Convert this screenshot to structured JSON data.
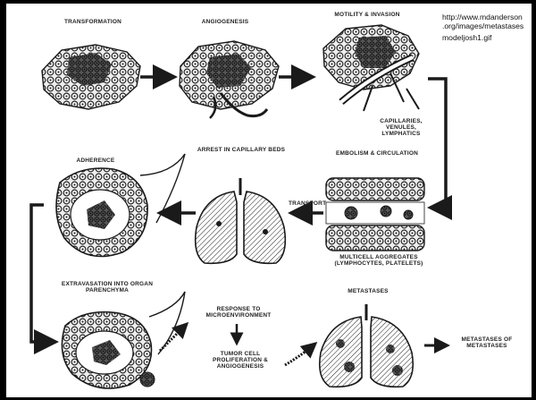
{
  "source": {
    "url_line1": "http://www.mdanderson",
    "url_line2": ".org/images/metastases",
    "filename": "modeljosh1.gif"
  },
  "stages": {
    "transformation": "Transformation",
    "angiogenesis": "Angiogenesis",
    "motility_invasion": "Motility & Invasion",
    "capillaries_lymphatics": "Capillaries, Venules, Lymphatics",
    "embolism_circulation": "Embolism & Circulation",
    "arrest_capillary_beds": "Arrest in Capillary Beds",
    "adherence": "Adherence",
    "multicell_aggregates": "Multicell aggregates (lymphocytes, platelets)",
    "transport": "Transport",
    "extravasation": "Extravasation into organ parenchyma",
    "response_microenvironment": "Response to microenvironment",
    "tumor_cell_proliferation": "Tumor cell proliferation & angiogenesis",
    "metastases": "Metastases",
    "metastases_of_metastases": "Metastases of metastases"
  },
  "colors": {
    "ink": "#1a1a1a",
    "paper": "#ffffff",
    "frame": "#000000"
  }
}
